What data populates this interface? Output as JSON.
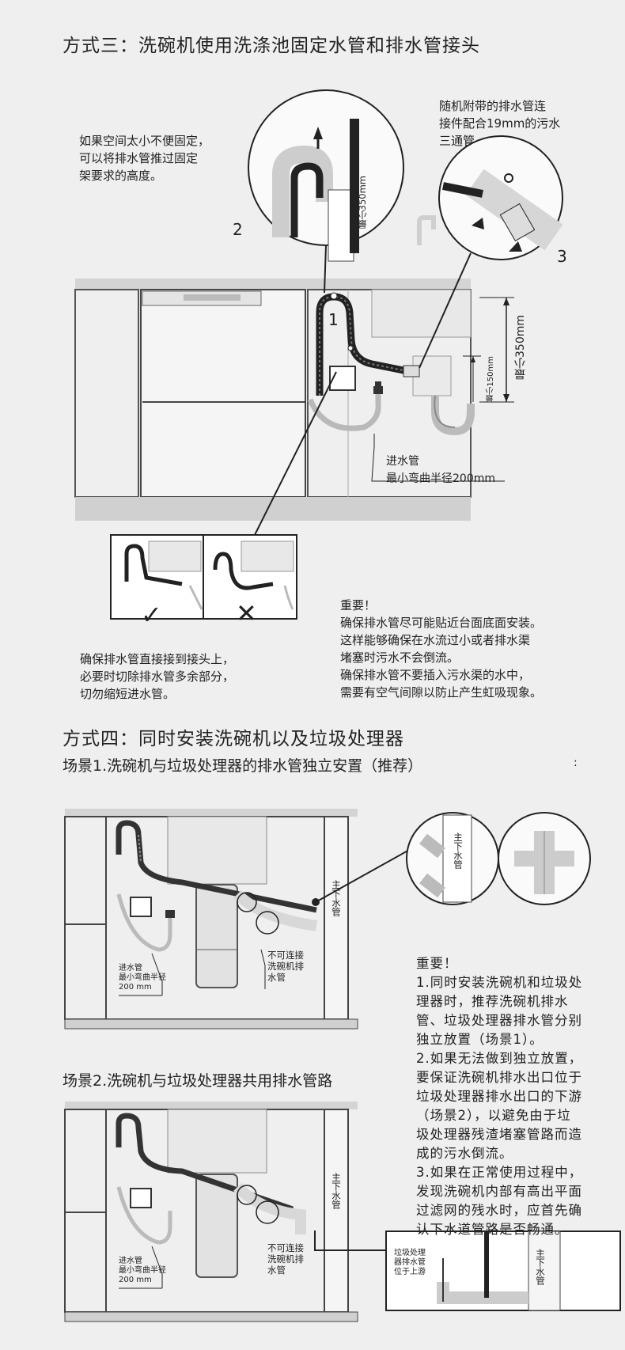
{
  "section3": {
    "title": "方式三：洗碗机使用洗涤池固定水管和排水管接头",
    "note_left": [
      "如果空间太小不便固定，",
      "可以将排水管推过固定",
      "架要求的高度。"
    ],
    "note_right": [
      "随机附带的排水管连",
      "接件配合19mm的污水",
      "三通管。"
    ],
    "callout_2": "2",
    "callout_3": "3",
    "callout_1": "1",
    "dim_350_circle": "最小350mm",
    "dim_350_side": "最小350mm",
    "dim_150": "最小150mm",
    "inlet_label": [
      "进水管",
      "最小弯曲半径200mm"
    ],
    "check_mark": "✓",
    "cross_mark": "✕",
    "note_bottom_left": [
      "确保排水管直接接到接头上，",
      "必要时切除排水管多余部分，",
      "切勿缩短进水管。"
    ],
    "important_title": "重要！",
    "important_lines": [
      "确保排水管尽可能贴近台面底面安装。",
      "这样能够确保在水流过小或者排水渠",
      "堵塞时污水不会倒流。",
      "确保排水管不要插入污水渠的水中，",
      "需要有空气间隙以防止产生虹吸现象。"
    ]
  },
  "section4": {
    "title": "方式四：同时安装洗碗机以及垃圾处理器",
    "scene1_title": "场景1.洗碗机与垃圾处理器的排水管独立安置（推荐）",
    "scene2_title": "场景2.洗碗机与垃圾处理器共用排水管路",
    "stray_mark": ":",
    "main_drain": "主下水管",
    "inlet_small": [
      "进水管",
      "最小弯曲半径",
      "200 mm"
    ],
    "not_connect": [
      "不可连接",
      "洗碗机排",
      "水管"
    ],
    "important_title": "重要！",
    "important_lines": [
      "1.同时安装洗碗机和垃圾处",
      "理器时，推荐洗碗机排水",
      "管、垃圾处理器排水管分别",
      "独立放置（场景1）。",
      "2.如果无法做到独立放置，",
      "要保证洗碗机排水出口位于",
      "垃圾处理器排水出口的下游",
      "（场景2），以避免由于垃",
      "圾处理器残渣堵塞管路而造",
      "成的污水倒流。",
      "3.如果在正常使用过程中，",
      "发现洗碗机内部有高出平面",
      "过滤网的残水时，应首先确",
      "认下水道管路是否畅通。"
    ],
    "inset_label": [
      "垃圾处理",
      "器排水管",
      "位于上游"
    ]
  }
}
